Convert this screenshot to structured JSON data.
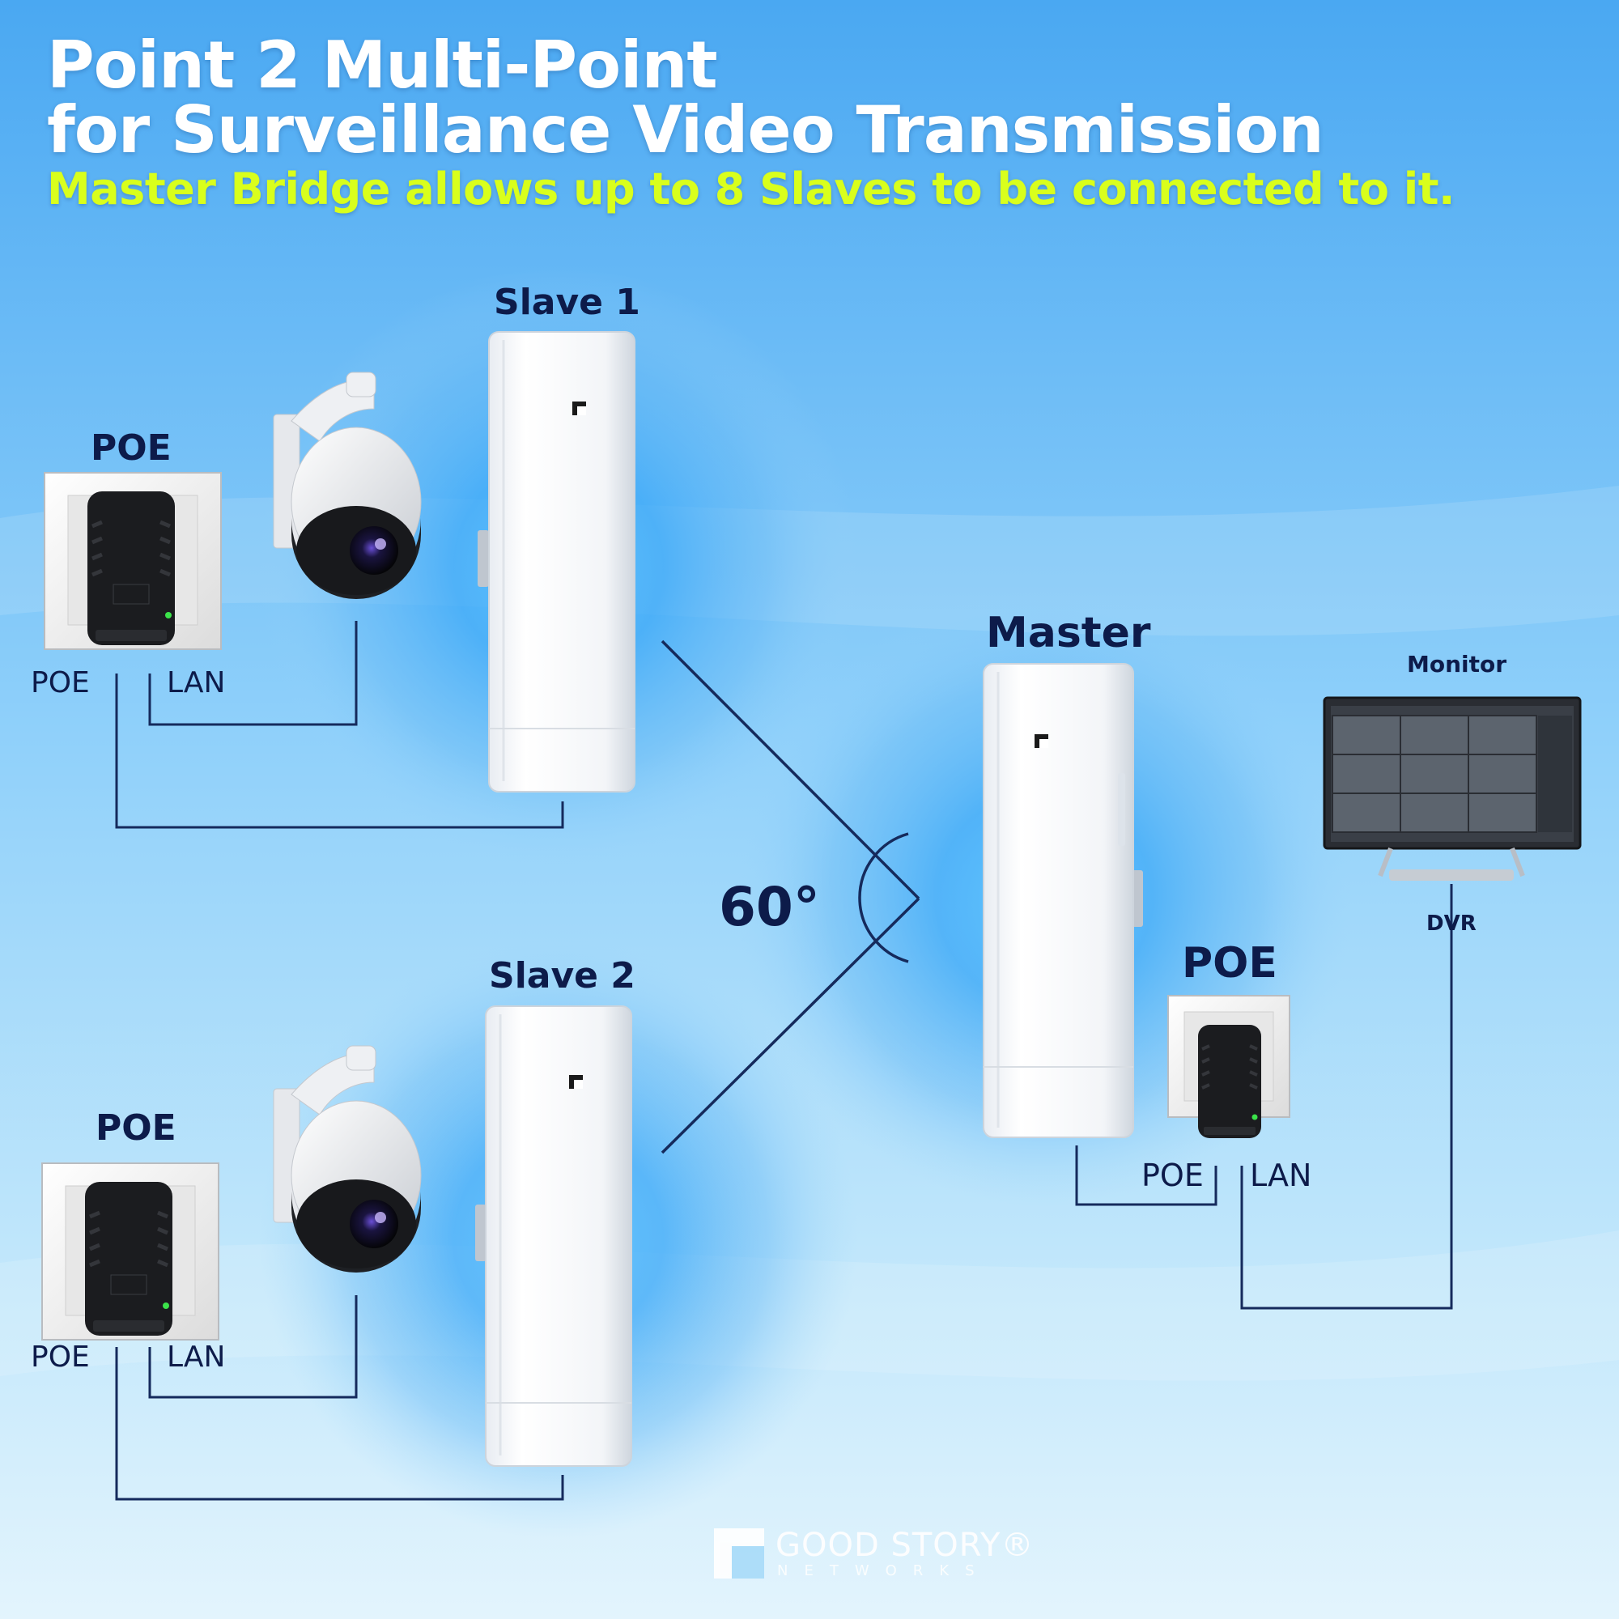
{
  "header": {
    "title_line1": "Point 2 Multi-Point",
    "title_line2": "for Surveillance Video Transmission",
    "subtitle": "Master Bridge allows up to 8 Slaves to be connected to it."
  },
  "slave1": {
    "label": "Slave 1",
    "poe_title": "POE",
    "poe_port": "POE",
    "lan_port": "LAN"
  },
  "slave2": {
    "label": "Slave 2",
    "poe_title": "POE",
    "poe_port": "POE",
    "lan_port": "LAN"
  },
  "master": {
    "label": "Master",
    "poe_title": "POE",
    "poe_port": "POE",
    "lan_port": "LAN"
  },
  "angle_label": "60°",
  "monitor": {
    "label": "Monitor",
    "dvr_label": "DVR"
  },
  "brand": {
    "name": "GOOD STORY®",
    "tagline": "NETWORKS"
  },
  "colors": {
    "background": "#7cc4f5",
    "title": "#ffffff",
    "subtitle": "#d9ff1c",
    "labels": "#0d1b4a",
    "lines": "#152a5c"
  },
  "icons": [
    "cpe-bridge-icon",
    "ptz-camera-icon",
    "poe-injector-icon",
    "monitor-icon",
    "brand-logo-icon"
  ]
}
